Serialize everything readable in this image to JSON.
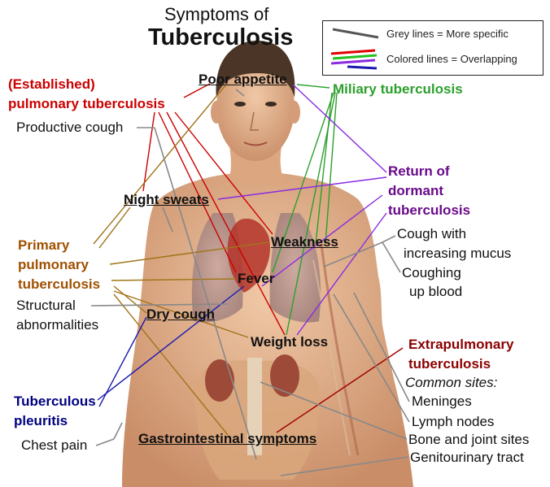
{
  "title": {
    "line1": "Symptoms of",
    "line2": "Tuberculosis"
  },
  "legend": {
    "grey": "Grey lines = More specific",
    "colored": "Colored lines = Overlapping"
  },
  "symptoms": {
    "poor_appetite": "Poor appetite",
    "night_sweats": "Night sweats",
    "weakness": "Weakness",
    "fever": "Fever",
    "dry_cough": "Dry cough",
    "weight_loss": "Weight loss",
    "gi": "Gastrointestinal symptoms"
  },
  "categories": {
    "established_1": "(Established)",
    "established_2": "pulmonary tuberculosis",
    "miliary": "Miliary tuberculosis",
    "return_1": "Return of",
    "return_2": "dormant",
    "return_3": "tuberculosis",
    "primary_1": "Primary",
    "primary_2": "pulmonary",
    "primary_3": "tuberculosis",
    "pleuritis_1": "Tuberculous",
    "pleuritis_2": "pleuritis",
    "extra_1": "Extrapulmonary",
    "extra_2": "tuberculosis"
  },
  "specific": {
    "productive_cough": "Productive cough",
    "cough_mucus_1": "Cough with",
    "cough_mucus_2": "increasing mucus",
    "coughing_blood_1": "Coughing",
    "coughing_blood_2": "up blood",
    "structural_1": "Structural",
    "structural_2": "abnormalities",
    "chest_pain": "Chest pain",
    "common_sites": "Common sites:",
    "meninges": "Meninges",
    "lymph": "Lymph nodes",
    "bone": "Bone and joint sites",
    "genito": "Genitourinary tract"
  },
  "colors": {
    "skin": "#e8b896",
    "skin_shadow": "#c98e68",
    "hair": "#4a3526",
    "red": "#cc0000",
    "green": "#2ca02c",
    "purple": "#8a2be2",
    "brown": "#a0741a",
    "navy": "#1a1ab0",
    "maroon": "#a00000",
    "grey": "#888888"
  }
}
